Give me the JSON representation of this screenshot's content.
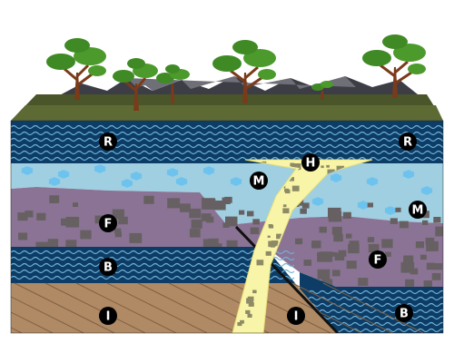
{
  "diagram": {
    "colors": {
      "layer_r": "#0d3d66",
      "layer_m": "#9fcfe0",
      "layer_f": "#8a7394",
      "layer_b": "#0d3d66",
      "layer_i": "#b08a64",
      "intrusion": "#f9f5a8",
      "fault": "#111111",
      "label_bg": "#000000"
    },
    "labels": {
      "r_left": "R",
      "r_right": "R",
      "h": "H",
      "m_mid": "M",
      "m_right": "M",
      "f_left": "F",
      "f_right": "F",
      "b_left": "B",
      "b_right": "B",
      "i_left": "I",
      "i_mid": "I"
    }
  }
}
